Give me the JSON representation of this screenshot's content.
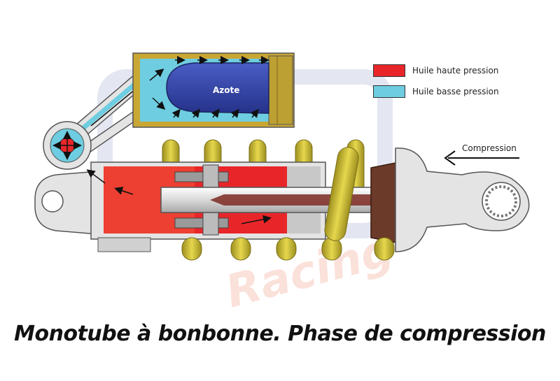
{
  "labels": {
    "azote": "Azote",
    "compression": "Compression",
    "caption": "Monotube à bonbonne. Phase de compression"
  },
  "legend": [
    {
      "label": "Huile haute pression",
      "color": "#e8262a"
    },
    {
      "label": "Huile basse pression",
      "color": "#6ecde0"
    }
  ],
  "colors": {
    "high_pressure_oil": "#e8262a",
    "low_pressure_oil": "#6ecde0",
    "nitrogen": "#2f3fa0",
    "spring": "#d4c23a",
    "body": "#e4e4e4",
    "bump_stop": "#6b3a28"
  },
  "icons": [
    "arrow-left-icon",
    "flow-arrow-icon",
    "piston-icon",
    "valve-icon"
  ]
}
